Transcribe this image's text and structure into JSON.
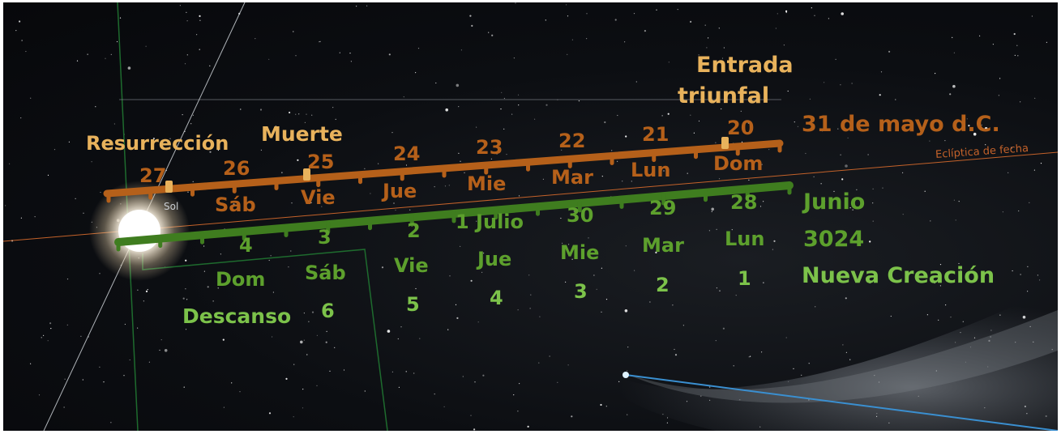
{
  "labels": {
    "sun": "Sol",
    "ecliptic": "Eclíptica de fecha",
    "date_label": "31 de mayo d.C.",
    "month_label": "Junio",
    "year_label": "3024",
    "new_creation": "Nueva Creación",
    "rest": "Descanso",
    "triumphal_entry_line1": "Entrada",
    "triumphal_entry_line2": "triunfal",
    "resurrection": "Resurrección",
    "death": "Muerte"
  },
  "orange_timeline": {
    "numbers": [
      "27",
      "26",
      "25",
      "24",
      "23",
      "22",
      "21",
      "20"
    ],
    "weekdays": [
      "Sáb",
      "Vie",
      "Jue",
      "Mie",
      "Mar",
      "Lun",
      "Dom"
    ]
  },
  "green_timeline": {
    "numbers": [
      "4",
      "3",
      "2",
      "1 Julio",
      "30",
      "29",
      "28"
    ],
    "weekdays": [
      "Dom",
      "Sáb",
      "Vie",
      "Jue",
      "Mie",
      "Mar",
      "Lun"
    ],
    "day_counts": [
      "6",
      "5",
      "4",
      "3",
      "2",
      "1"
    ]
  },
  "colors": {
    "orange_line": "#b5601a",
    "orange_text": "#b5601a",
    "gold_text": "#e8b25c",
    "green_line": "#3f7d1f",
    "green_text": "#5da02d",
    "light_green_text": "#7cc24a",
    "ecliptic": "#c4622a",
    "constellation_lines": "#1e6b2e",
    "comet_tail": "#8a9099",
    "blue_line": "#3a8fd0"
  }
}
